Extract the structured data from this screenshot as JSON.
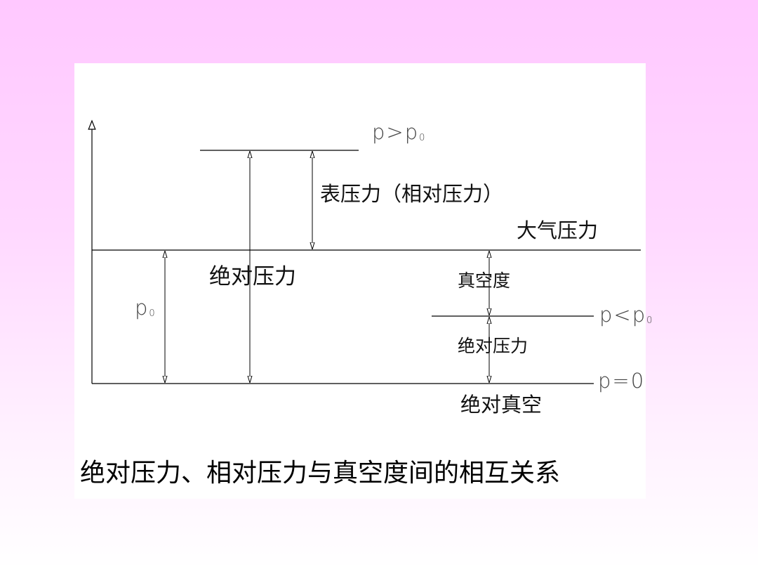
{
  "labels": {
    "gauge_pressure": "表压力（相对压力）",
    "atmospheric_pressure": "大气压力",
    "absolute_pressure_left": "绝对压力",
    "vacuum_degree": "真空度",
    "absolute_pressure_right": "绝对压力",
    "absolute_vacuum": "绝对真空"
  },
  "symbols": {
    "p_greater": {
      "main": "p>p",
      "sub": "0"
    },
    "p_zero_left": {
      "main": "p",
      "sub": "0"
    },
    "p_less": {
      "main": "p<p",
      "sub": "0"
    },
    "p_equal_zero": {
      "main": "p=0",
      "sub": ""
    }
  },
  "caption": "绝对压力、相对压力与真空度间的相互关系"
}
